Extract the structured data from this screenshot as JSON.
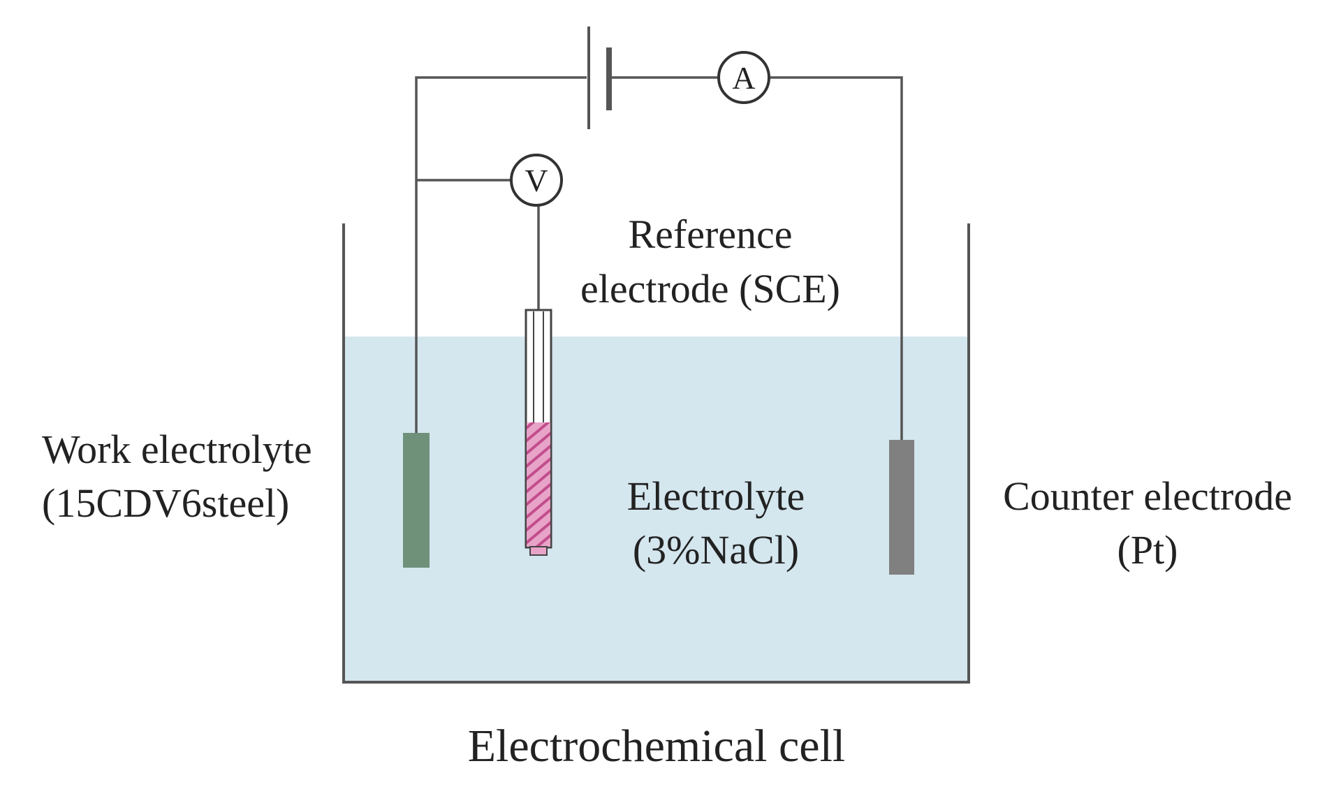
{
  "labels": {
    "reference_line1": "Reference",
    "reference_line2": "electrode (SCE)",
    "work_line1": "Work electrolyte",
    "work_line2": "(15CDV6steel)",
    "electrolyte_line1": "Electrolyte",
    "electrolyte_line2": "(3%NaCl)",
    "counter_line1": "Counter electrode",
    "counter_line2": "(Pt)",
    "title": "Electrochemical cell"
  },
  "meters": {
    "ammeter": "A",
    "voltmeter": "V"
  },
  "colors": {
    "wire": "#555555",
    "electrolyte": "#d4e6ee",
    "work_electrode": "#6f917a",
    "counter_electrode": "#808080",
    "reference_fill": "#e8a4c8",
    "reference_stripe": "#c24d8c"
  }
}
